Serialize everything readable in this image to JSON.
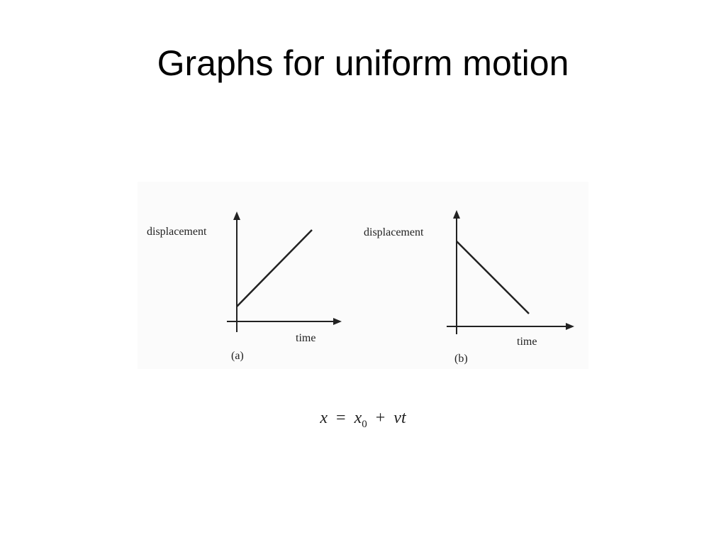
{
  "slide": {
    "title": "Graphs for uniform motion"
  },
  "graphs": [
    {
      "caption": "(a)",
      "y_axis_label": "displacement",
      "x_axis_label": "time",
      "slope": "positive",
      "intercept": "positive"
    },
    {
      "caption": "(b)",
      "y_axis_label": "displacement",
      "x_axis_label": "time",
      "slope": "negative",
      "intercept": "positive"
    }
  ],
  "equation": {
    "lhs": "x",
    "equals": "=",
    "x0_base": "x",
    "x0_sub": "0",
    "plus": "+",
    "v": "v",
    "t": "t"
  },
  "colors": {
    "ink": "#222222",
    "panel_bg": "#fbfbfb"
  }
}
